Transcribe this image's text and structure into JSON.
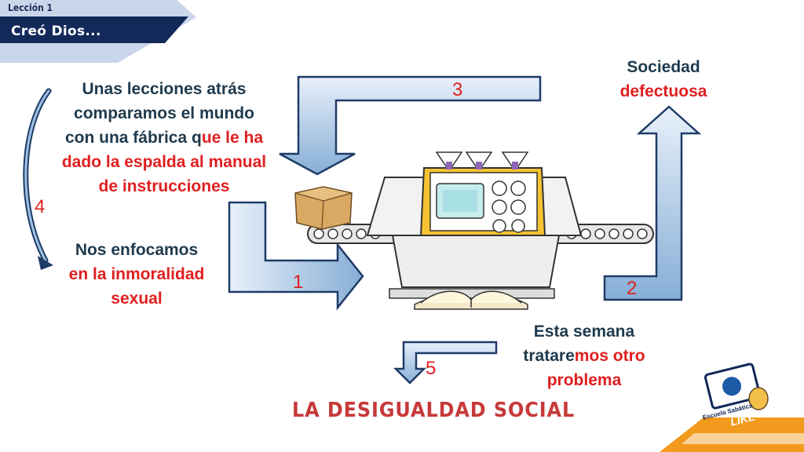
{
  "header": {
    "lesson": "Lección 1",
    "title": "Creó Dios..."
  },
  "left_text": {
    "part1": "Unas lecciones atrás comparamos el mundo con una fábrica q",
    "part1_lines": [
      "Unas lecciones atrás",
      "comparamos el mundo",
      "con una fábrica q"
    ],
    "part2_lines": [
      "ue le ha",
      "dado la espalda al manual",
      "de instrucciones"
    ]
  },
  "focus_text": {
    "line1": "Nos enfocamos",
    "line2": "en la inmoralidad",
    "line3": "sexual"
  },
  "society_text": {
    "line1": "Sociedad",
    "line2": "defectuosa"
  },
  "week_text": {
    "line1": "Esta semana",
    "line2a": "tratare",
    "line2b": "mos otro",
    "line3": "problema"
  },
  "numbers": {
    "n1": "1",
    "n2": "2",
    "n3": "3",
    "n4": "4",
    "n5": "5"
  },
  "main_title": "LA DESIGUALDAD SOCIAL",
  "logo": {
    "line1": "Escuela Sabática",
    "line2": "LIKE"
  },
  "colors": {
    "navy": "#12295a",
    "light_blue": "#c6d6ec",
    "red": "#e01f1f",
    "dark_text": "#1f3a4d",
    "orange": "#f29a1d",
    "arrow_blue": "#9fc0e0"
  }
}
